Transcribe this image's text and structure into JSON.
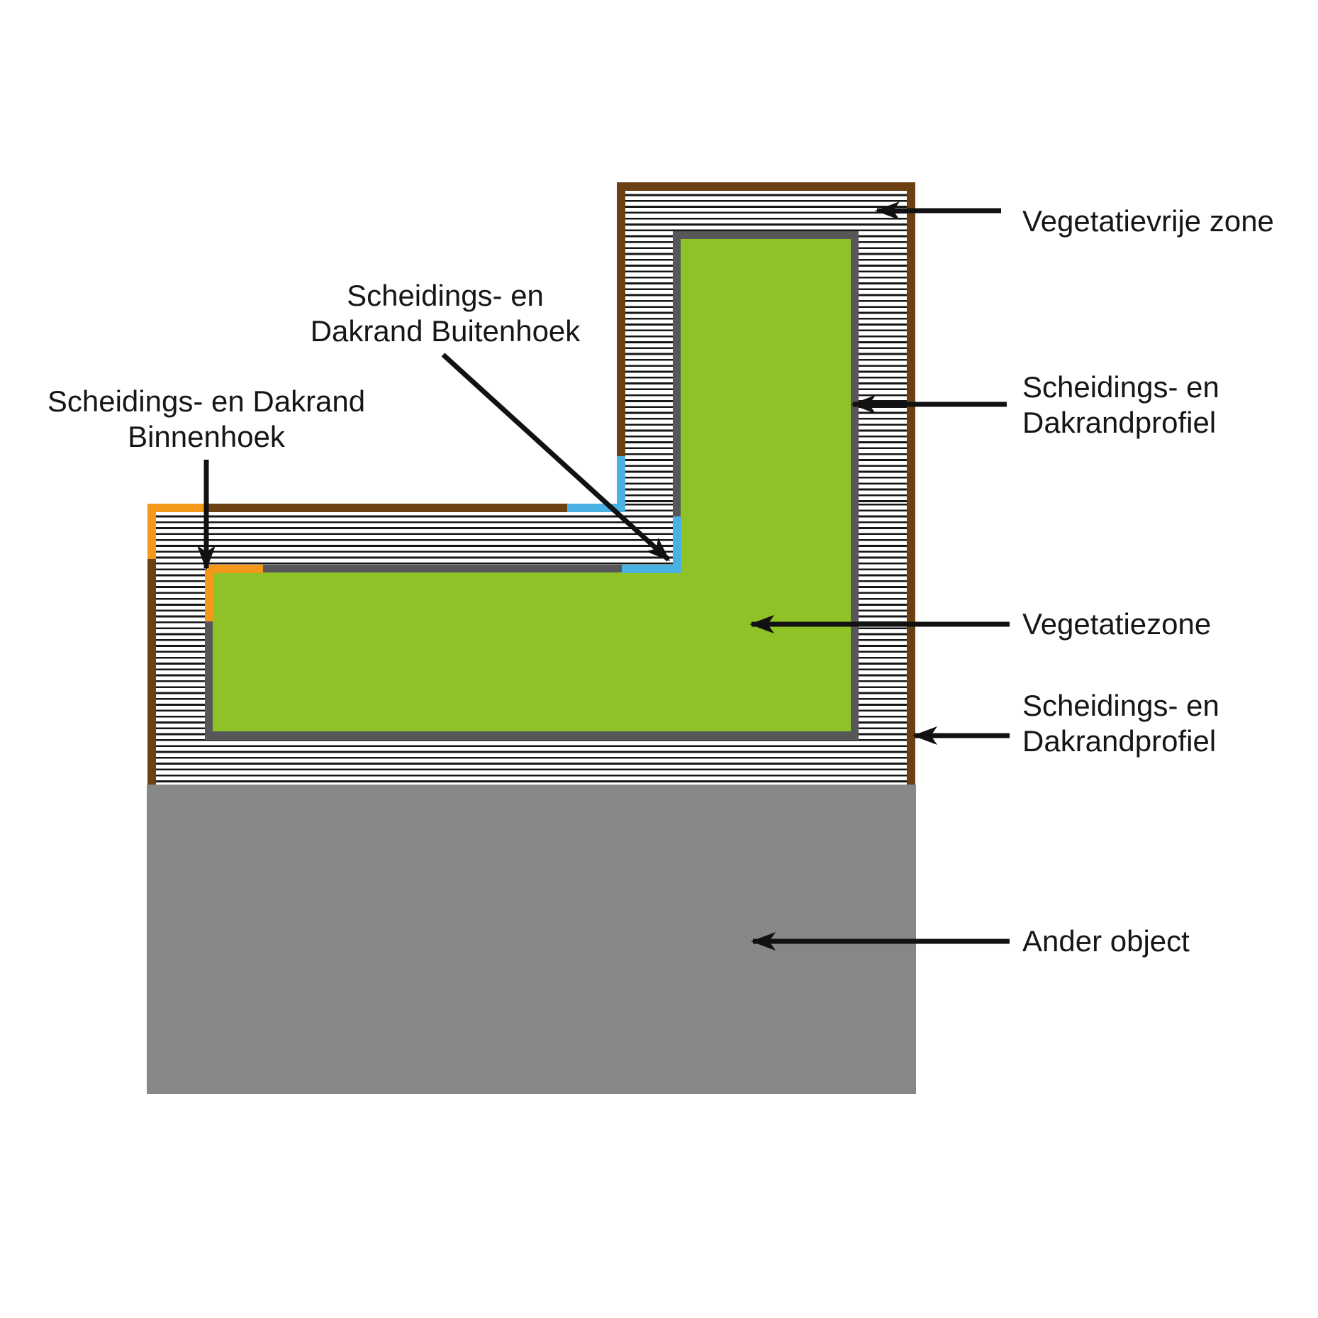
{
  "diagram": {
    "kind": "green-roof-edge-plan-detail",
    "colors": {
      "vegetation_green": "#8FC226",
      "roof_edge_brown": "#6B4013",
      "corner_orange": "#F4981C",
      "corner_blue": "#4AB2E3",
      "profile_gray": "#57575A",
      "other_object_gray": "#878787",
      "hatch_line": "#161616",
      "arrow_black": "#111111",
      "background": "#FFFFFF"
    },
    "callouts": {
      "vegetatievrije_zone": {
        "label": "Vegetatievrije zone"
      },
      "dakrandprofiel_top": {
        "line1": "Scheidings- en",
        "line2": "Dakrandprofiel"
      },
      "vegetatiezone": {
        "label": "Vegetatiezone"
      },
      "dakrandprofiel_bottom": {
        "line1": "Scheidings- en",
        "line2": "Dakrandprofiel"
      },
      "ander_object": {
        "label": "Ander object"
      },
      "buitenhoek": {
        "line1": "Scheidings- en",
        "line2": "Dakrand Buitenhoek"
      },
      "binnenhoek": {
        "line1": "Scheidings- en Dakrand",
        "line2": "Binnenhoek"
      }
    }
  }
}
